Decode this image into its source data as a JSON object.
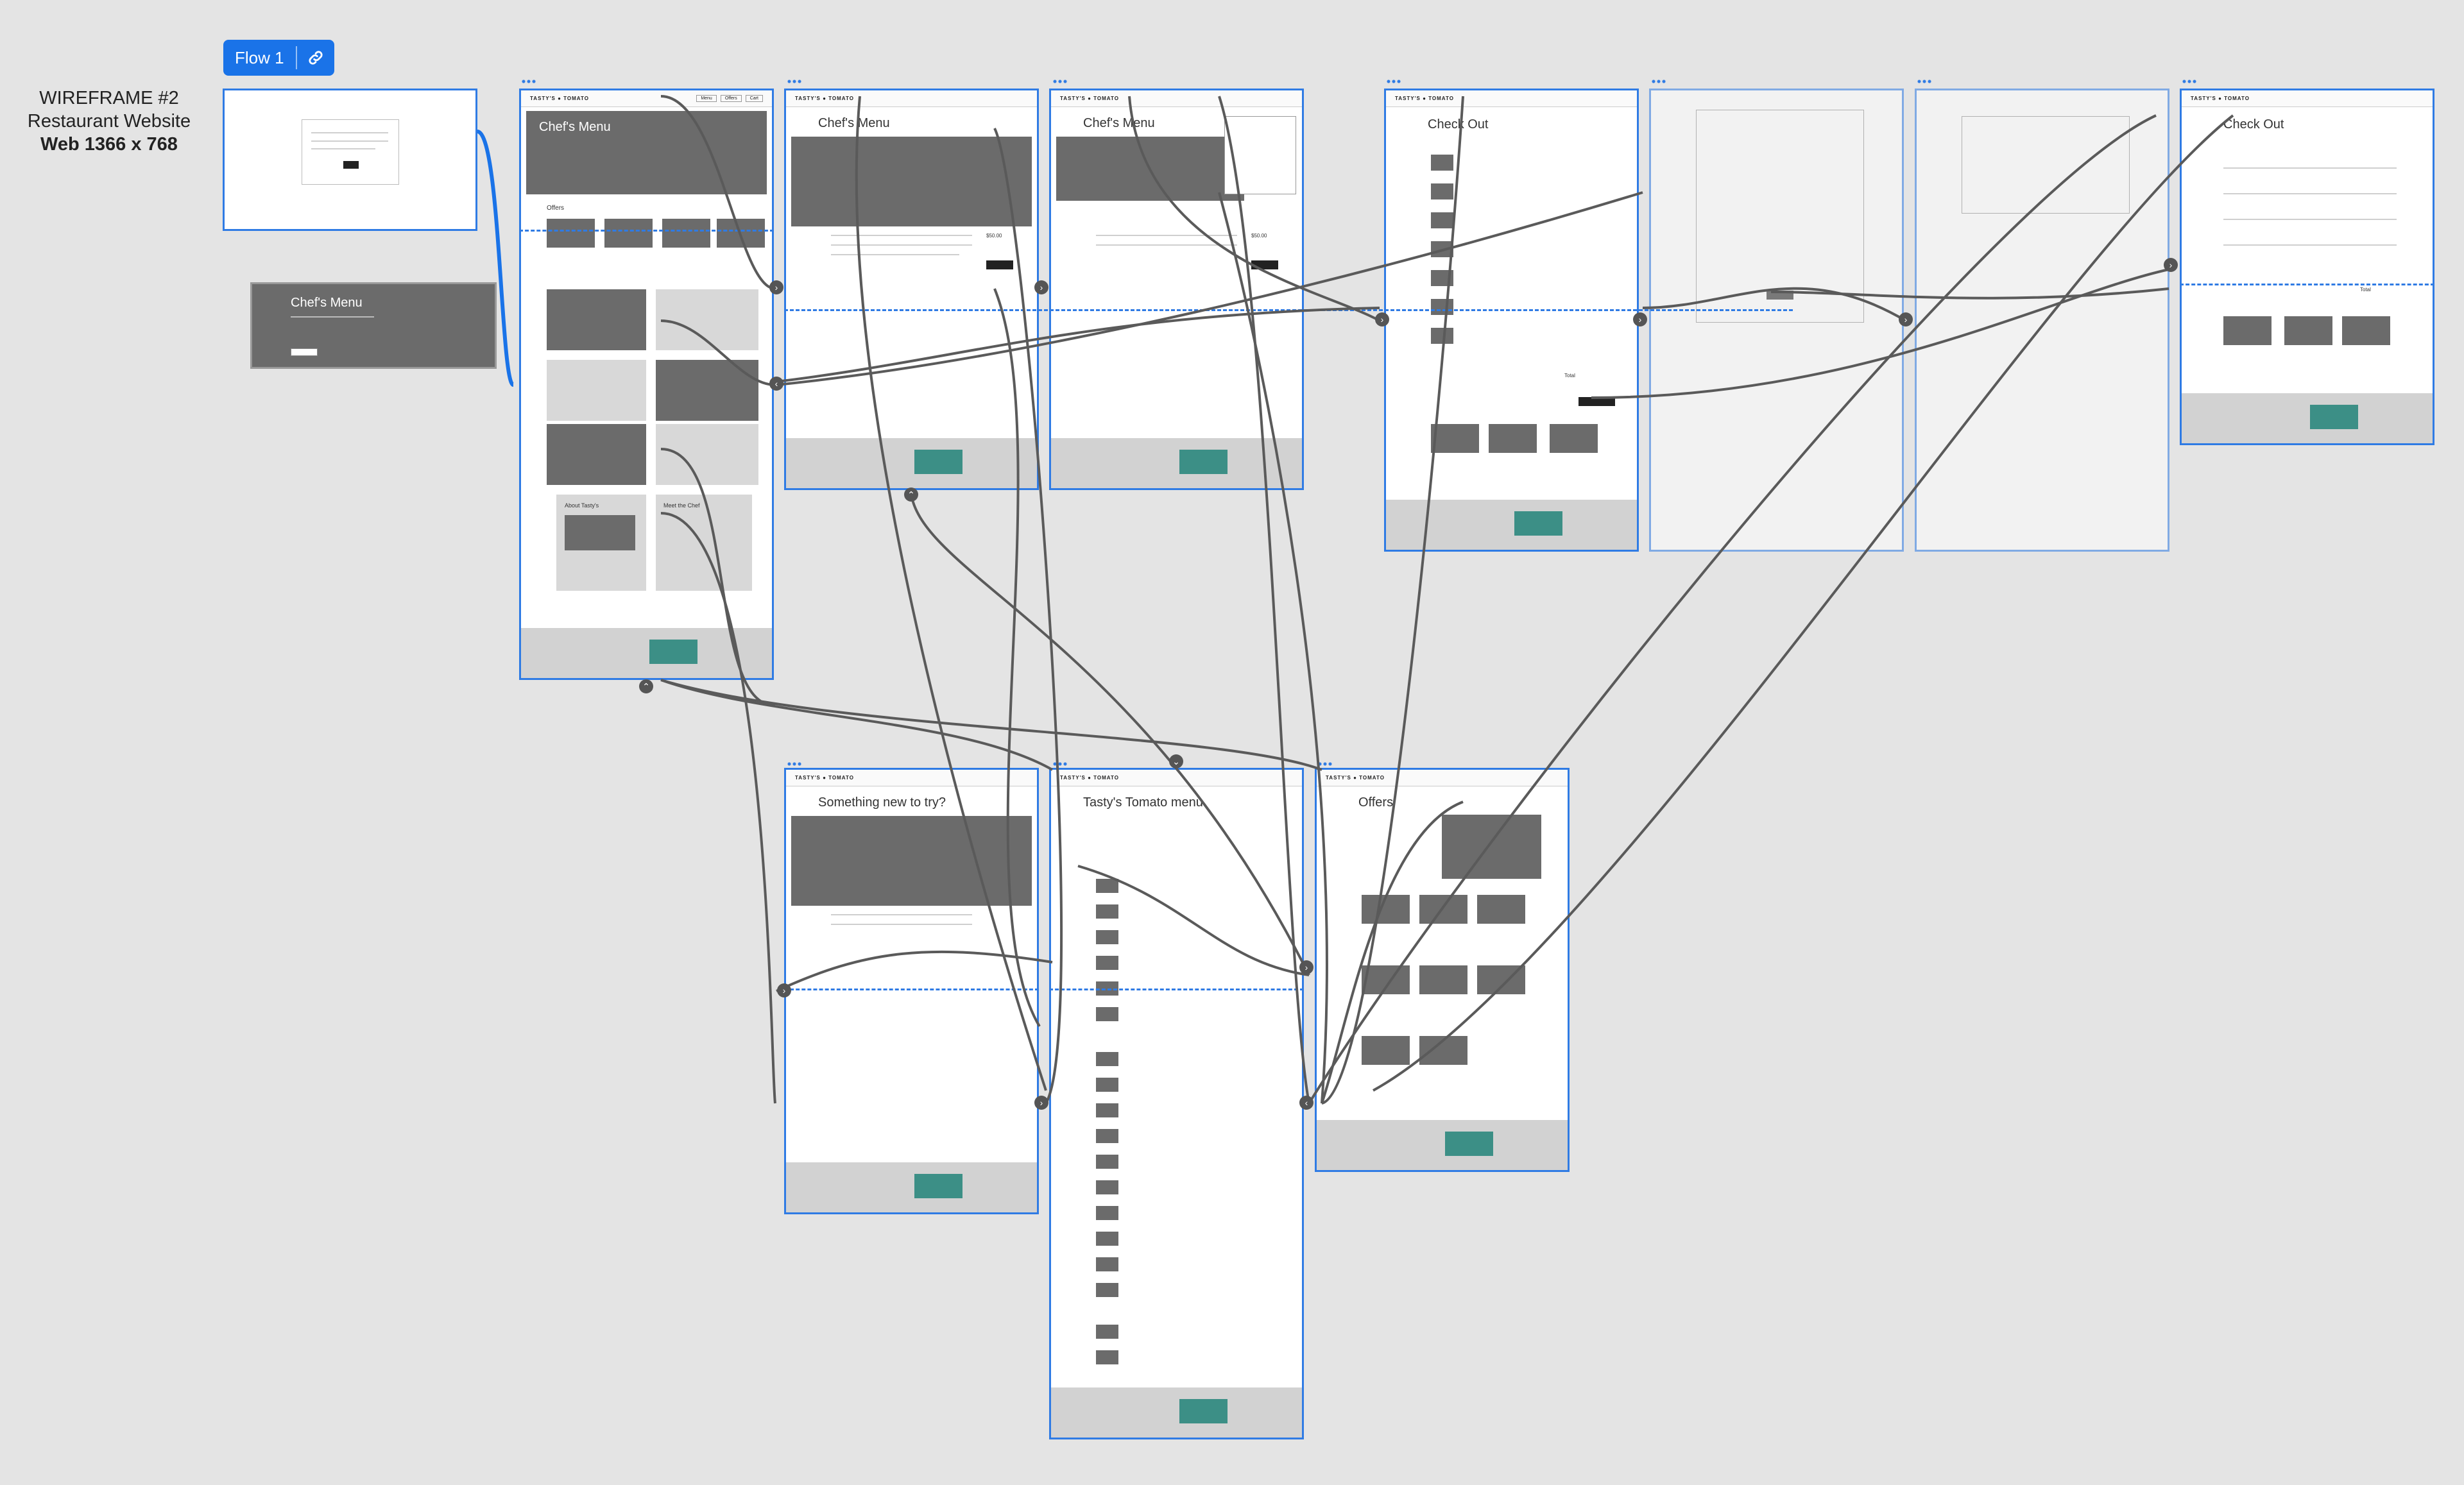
{
  "header": {
    "line1": "WIREFRAME #2",
    "line2": "Restaurant Website",
    "line3": "Web 1366 x 768"
  },
  "flow": {
    "label": "Flow 1",
    "icon": "link-icon"
  },
  "boards": {
    "home": {
      "hero_title": "Chef's Menu",
      "offers": "Offers",
      "about": "About Tasty's",
      "meet": "Meet the Chef"
    },
    "banner": {
      "hero_title": "Chef's Menu"
    },
    "chefs_menu_1": {
      "hero_title": "Chef's Menu",
      "price": "$50.00"
    },
    "chefs_menu_2": {
      "hero_title": "Chef's Menu",
      "price": "$50.00"
    },
    "checkout": {
      "title": "Check Out",
      "total": "Total"
    },
    "checkout_final": {
      "title": "Check Out",
      "total": "Total"
    },
    "something_new": {
      "title": "Something new to try?"
    },
    "tasty_menu": {
      "title": "Tasty's Tomato menu"
    },
    "offers_page": {
      "title": "Offers"
    }
  },
  "colors": {
    "accent": "#2f7be4",
    "wire": "#5a5a5a",
    "placeholder": "#6b6b6b",
    "footer": "#d2d2d2",
    "teal": "#3c8f86"
  }
}
